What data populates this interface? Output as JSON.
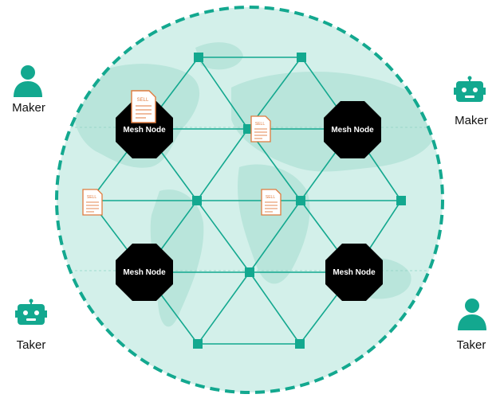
{
  "actors": {
    "maker_human": {
      "label": "Maker",
      "icon": "person-icon"
    },
    "maker_bot": {
      "label": "Maker",
      "icon": "robot-icon"
    },
    "taker_bot": {
      "label": "Taker",
      "icon": "robot-icon"
    },
    "taker_human": {
      "label": "Taker",
      "icon": "person-icon"
    }
  },
  "mesh_node_label": "Mesh Node",
  "sell_order_label": "SELL",
  "colors": {
    "teal": "#13a88f",
    "globe_fill": "#d3f0ea",
    "land_fill": "#b7e4da",
    "node_fill": "#000000",
    "order_orange": "#e07a3d"
  }
}
